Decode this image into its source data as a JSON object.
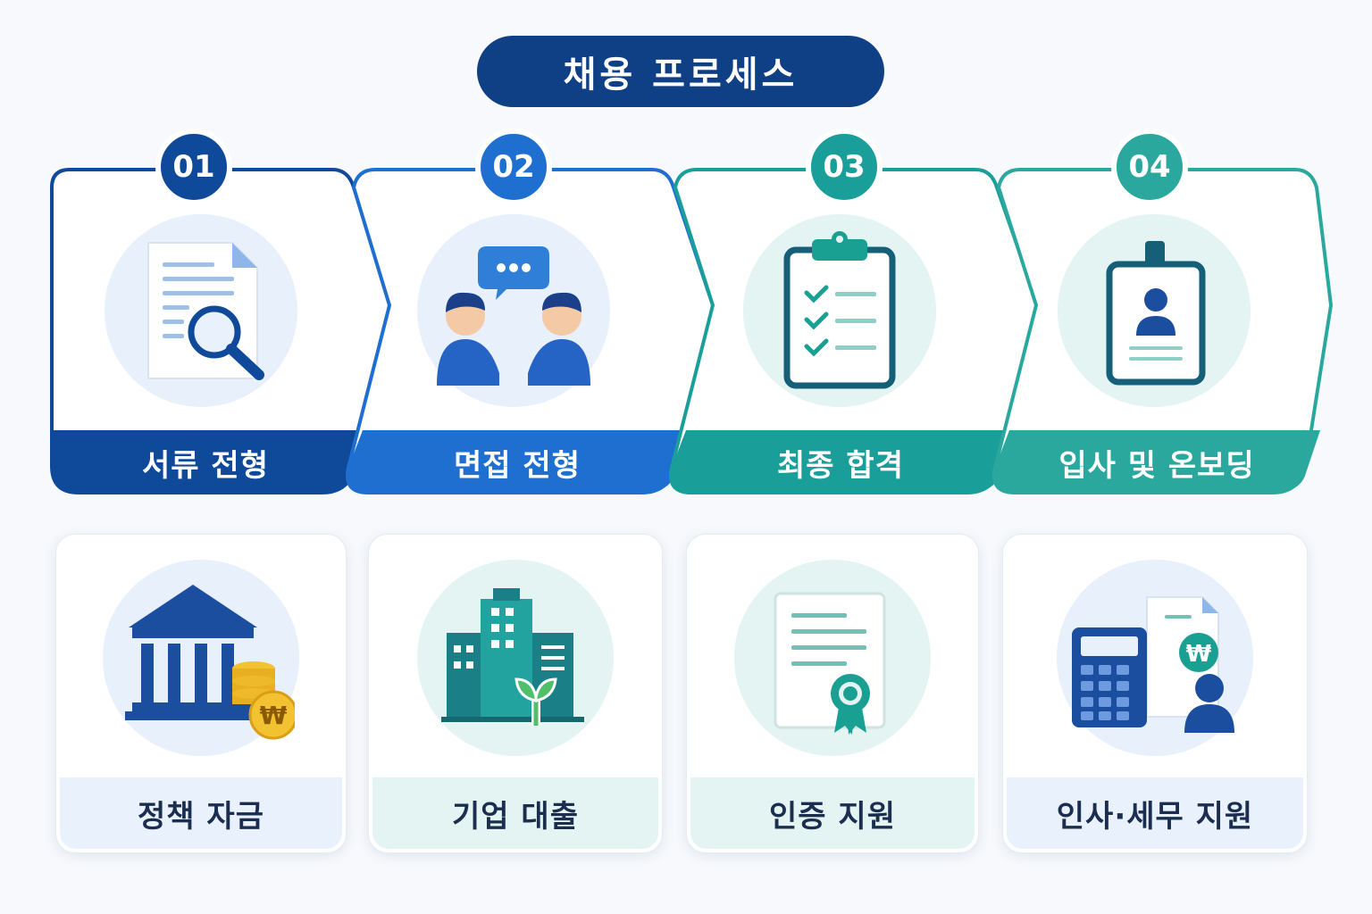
{
  "title": "채용 프로세스",
  "colors": {
    "navy": "#0f3f85",
    "blue": "#1f6fd0",
    "teal": "#1a9e9a",
    "teal_light": "#2aa89e",
    "circle_bg": "#e7f0fb"
  },
  "steps": [
    {
      "number": "01",
      "label": "서류 전형",
      "icon": "document-search-icon"
    },
    {
      "number": "02",
      "label": "면접 전형",
      "icon": "interview-chat-icon"
    },
    {
      "number": "03",
      "label": "최종 합격",
      "icon": "checklist-clipboard-icon"
    },
    {
      "number": "04",
      "label": "입사 및 온보딩",
      "icon": "id-badge-icon"
    }
  ],
  "services": [
    {
      "label": "정책 자금",
      "icon": "bank-coins-icon",
      "coin_symbol": "₩"
    },
    {
      "label": "기업 대출",
      "icon": "buildings-sprout-icon"
    },
    {
      "label": "인증 지원",
      "icon": "certificate-icon"
    },
    {
      "label": "인사·세무 지원",
      "icon": "calculator-document-person-icon",
      "coin_symbol": "₩"
    }
  ]
}
